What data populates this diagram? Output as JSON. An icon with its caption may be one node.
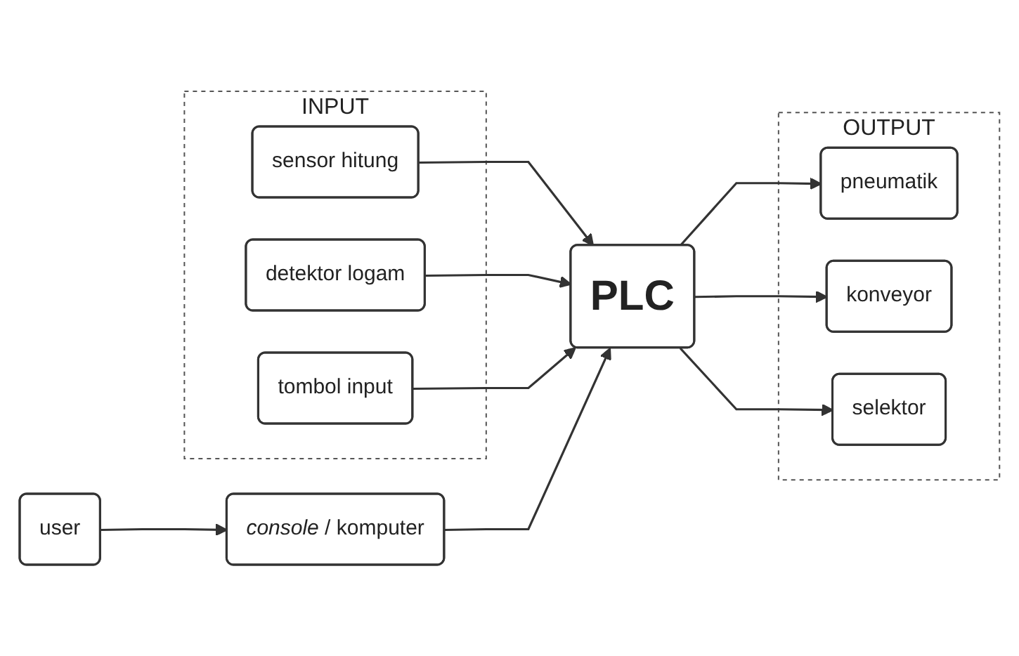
{
  "diagram": {
    "nodes": [
      {
        "text": [
          "INPUT"
        ]
      },
      {
        "text": [
          "sensor hitung"
        ],
        "in": 0
      },
      {
        "text": [
          "detektor logam"
        ],
        "in": 0
      },
      {
        "text": [
          "tombol input"
        ],
        "in": 0
      },
      {
        "text": [
          "PLC"
        ]
      },
      {
        "text": [
          "*console* / komputer"
        ]
      },
      {
        "text": [
          "user"
        ]
      },
      {
        "text": [
          "OUTPUT"
        ]
      },
      {
        "text": [
          "pneumatik"
        ],
        "in": 7
      },
      {
        "text": [
          "konveyor"
        ],
        "in": 7
      },
      {
        "text": [
          "selektor"
        ],
        "in": 7
      }
    ],
    "edges": [
      {
        "from": 1,
        "to": 4,
        "arrow": "to"
      },
      {
        "from": 2,
        "to": 4,
        "arrow": "to"
      },
      {
        "from": 3,
        "to": 4,
        "arrow": "to"
      },
      {
        "from": 5,
        "to": 4,
        "arrow": "to"
      },
      {
        "from": 6,
        "to": 5,
        "arrow": "to"
      },
      {
        "from": 4,
        "to": 8,
        "arrow": "to"
      },
      {
        "from": 4,
        "to": 9,
        "arrow": "to"
      },
      {
        "from": 4,
        "to": 10,
        "arrow": "to"
      }
    ]
  }
}
